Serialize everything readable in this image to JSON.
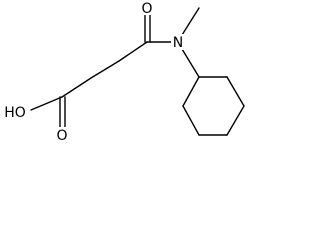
{
  "structure": {
    "atoms": {
      "hydroxyl": "HO",
      "acid_carbonyl_oxygen": "O",
      "amide_carbonyl_oxygen": "O",
      "amide_nitrogen": "N"
    }
  },
  "colors": {
    "bond": "#000000",
    "background": "#ffffff"
  }
}
